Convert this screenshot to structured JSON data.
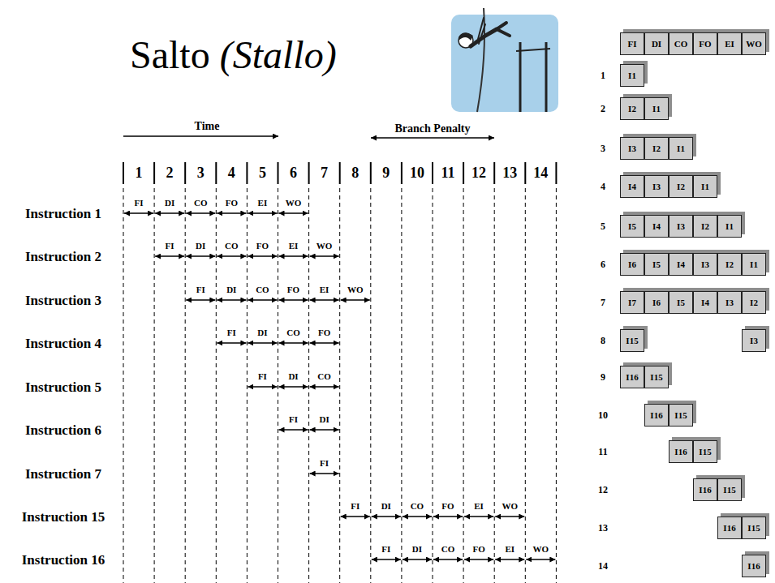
{
  "diagram": {
    "title": "Salto (Stallo)",
    "nodes": [
      {
        "text": [
          "FI"
        ]
      },
      {
        "text": [
          "DI"
        ]
      },
      {
        "text": [
          "CO"
        ]
      },
      {
        "text": [
          "FO"
        ]
      },
      {
        "text": [
          "EI"
        ]
      },
      {
        "text": [
          "WO"
        ]
      },
      {
        "text": [
          "I1"
        ]
      },
      {
        "text": [
          "I2"
        ]
      },
      {
        "text": [
          "I1"
        ]
      },
      {
        "text": [
          "I3"
        ]
      },
      {
        "text": [
          "I2"
        ]
      },
      {
        "text": [
          "I1"
        ]
      },
      {
        "text": [
          "I4"
        ]
      },
      {
        "text": [
          "I3"
        ]
      },
      {
        "text": [
          "I2"
        ]
      },
      {
        "text": [
          "I1"
        ]
      },
      {
        "text": [
          "I5"
        ]
      },
      {
        "text": [
          "I4"
        ]
      },
      {
        "text": [
          "I3"
        ]
      },
      {
        "text": [
          "I2"
        ]
      },
      {
        "text": [
          "I1"
        ]
      },
      {
        "text": [
          "I6"
        ]
      },
      {
        "text": [
          "I5"
        ]
      },
      {
        "text": [
          "I4"
        ]
      },
      {
        "text": [
          "I3"
        ]
      },
      {
        "text": [
          "I2"
        ]
      },
      {
        "text": [
          "I1"
        ]
      },
      {
        "text": [
          "I7"
        ]
      },
      {
        "text": [
          "I6"
        ]
      },
      {
        "text": [
          "I5"
        ]
      },
      {
        "text": [
          "I4"
        ]
      },
      {
        "text": [
          "I3"
        ]
      },
      {
        "text": [
          "I2"
        ]
      },
      {
        "text": [
          "I15"
        ]
      },
      {
        "text": [
          "I3"
        ]
      },
      {
        "text": [
          "I16"
        ]
      },
      {
        "text": [
          "I15"
        ]
      },
      {
        "text": [
          "I16"
        ]
      },
      {
        "text": [
          "I15"
        ]
      },
      {
        "text": [
          "I16"
        ]
      },
      {
        "text": [
          "I15"
        ]
      },
      {
        "text": [
          "I16"
        ]
      },
      {
        "text": [
          "I15"
        ]
      },
      {
        "text": [
          "I16"
        ]
      },
      {
        "text": [
          "I15"
        ]
      },
      {
        "text": [
          "I16"
        ]
      }
    ],
    "labels": [
      "Time",
      "Branch Penalty",
      "1",
      "2",
      "3",
      "4",
      "5",
      "6",
      "7",
      "8",
      "9",
      "10",
      "11",
      "12",
      "13",
      "14",
      "Instruction 1",
      "Instruction 2",
      "Instruction 3",
      "Instruction 4",
      "Instruction 5",
      "Instruction 6",
      "Instruction 7",
      "Instruction 15",
      "Instruction 16",
      "FI",
      "DI",
      "CO",
      "FO",
      "EI",
      "WO",
      "FI",
      "DI",
      "CO",
      "FO",
      "EI",
      "WO",
      "FI",
      "DI",
      "CO",
      "FO",
      "EI",
      "WO",
      "FI",
      "DI",
      "CO",
      "FO",
      "FI",
      "DI",
      "CO",
      "FI",
      "DI",
      "FI",
      "FI",
      "DI",
      "CO",
      "FO",
      "EI",
      "WO",
      "FI",
      "DI",
      "CO",
      "FO",
      "EI",
      "WO",
      "1",
      "2",
      "3",
      "4",
      "5",
      "6",
      "7",
      "8",
      "9",
      "10",
      "11",
      "12",
      "13",
      "14"
    ]
  }
}
